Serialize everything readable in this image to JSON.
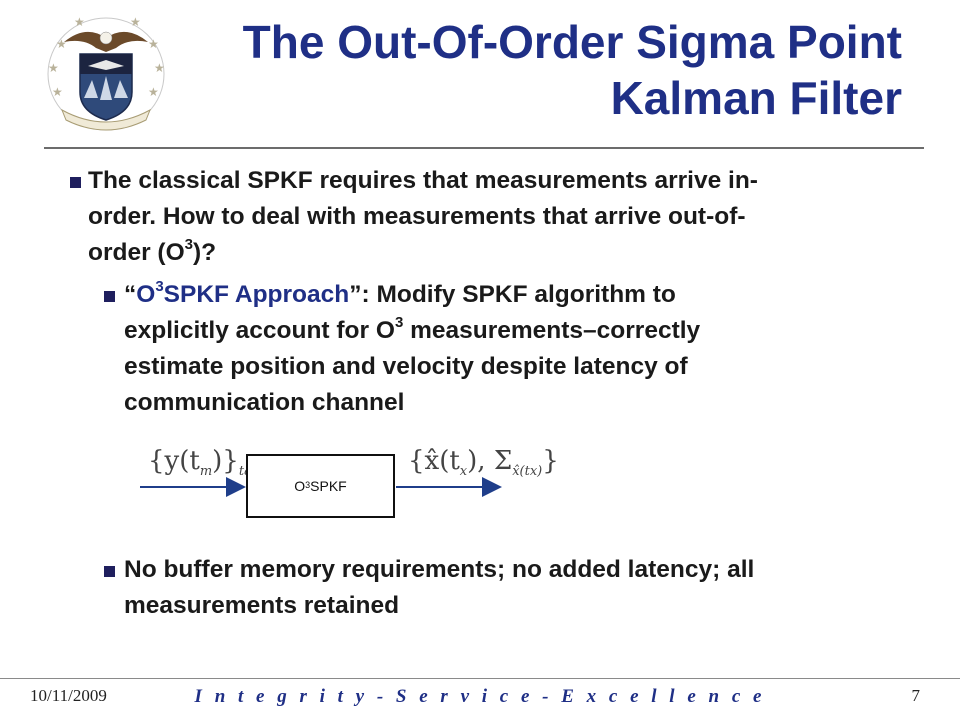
{
  "slide": {
    "title_lines": [
      "The Out-Of-Order Sigma Point",
      "Kalman Filter"
    ],
    "bullet1": {
      "line1": "The classical SPKF requires that measurements arrive in-",
      "line2": "order.  How to deal with measurements that arrive out-of-",
      "line3_pre": "order (O",
      "line3_sup": "3",
      "line3_post": ")?"
    },
    "bullet2": {
      "quote_open": "“",
      "o_letter": "O",
      "o_sup": "3",
      "approach": "SPKF Approach",
      "quote_close_rest": "”: Modify SPKF algorithm to",
      "line2_pre": "explicitly account for O",
      "line2_sup": "3",
      "line2_post": " measurements–correctly",
      "line3": "estimate position and velocity despite latency of",
      "line4": "communication channel"
    },
    "diagram": {
      "input_expr": "{y(t",
      "input_sub_m": "m",
      "input_expr_close": ")}",
      "input_sub_ta": "ta",
      "box_pre": "O",
      "box_sup": "3",
      "box_post": "SPKF",
      "output_expr": "{x̂(t",
      "output_sub_x": "x",
      "output_mid": "), Σ",
      "output_sub_sigma": "x̂(tx)",
      "output_close": "}"
    },
    "bullet3": {
      "line1": "No buffer memory requirements; no added latency; all",
      "line2": "measurements retained"
    }
  },
  "footer": {
    "date": "10/11/2009",
    "motto": "I n t e g r i t y  -  S e r v i c e  -  E x c e l l e n c e",
    "page": "7"
  },
  "colors": {
    "title": "#1f2f86",
    "body_text": "#1a1a1a",
    "accent_blue": "#1f2f86",
    "bullet": "#1f1f5e"
  },
  "icons": {
    "seal": "air-force-academy-seal-icon"
  }
}
